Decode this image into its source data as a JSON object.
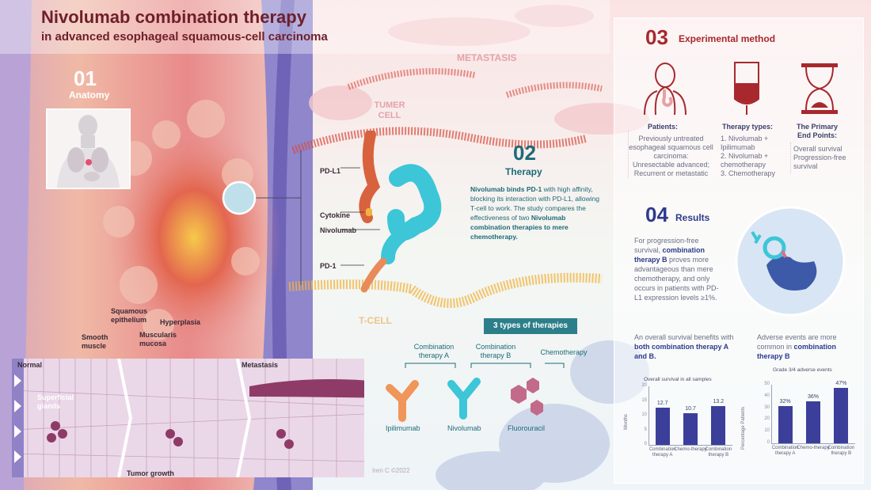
{
  "header": {
    "title": "Nivolumab combination therapy",
    "subtitle": "in advanced esophageal squamous-cell carcinoma"
  },
  "anatomy": {
    "number": "01",
    "heading": "Anatomy",
    "labels": {
      "squamous": "Squamous epithelium",
      "smooth": "Smooth muscle",
      "muscularis": "Muscularis mucosa",
      "hyperplasia": "Hyperplasia",
      "normal": "Normal",
      "metastasis_panel": "Metastasis",
      "glands": "Superficial glands",
      "growth": "Tumor growth"
    }
  },
  "scene": {
    "metastasis": "METASTASIS",
    "tumer_cell": "TUMER CELL",
    "t_cell": "T-CELL",
    "pdl1": "PD-L1",
    "cytokine": "Cytokine",
    "nivolumab": "Nivolumab",
    "pd1": "PD-1",
    "signature": "Iren C ©2022"
  },
  "therapy": {
    "number": "02",
    "heading": "Therapy",
    "text_a": "Nivolumab binds PD-1",
    "text_b": " with high affinity, blocking its interaction with PD-L1, allowing T-cell to work. The study compares the effectiveness of two ",
    "text_c": "Nivolumab combination therapies to mere chemotherapy.",
    "types_banner": "3 types of therapies",
    "groups": [
      "Combination therapy A",
      "Combination therapy B",
      "Chemotherapy"
    ],
    "drugs": [
      "Ipilimumab",
      "Nivolumab",
      "Fluorouracil"
    ]
  },
  "method": {
    "number": "03",
    "heading": "Experimental method",
    "patients_title": "Patients:",
    "patients_items": [
      "Previously untreated esophageal squamous cell carcinoma:",
      "Unresectable advanced;",
      "Recurrent or metastatic"
    ],
    "therapy_title": "Therapy types:",
    "therapy_items": [
      "1. Nivolumab + Ipilimumab",
      "2. Nivolumab + chemotherapy",
      "3. Chemotherapy"
    ],
    "endpoints_title": "The Primary End Points:",
    "endpoints_items": [
      "Overall survival",
      "Progression-free survival"
    ]
  },
  "results": {
    "number": "04",
    "heading": "Results",
    "pfs_text_a": "For progression-free survival, ",
    "pfs_text_b": "combination therapy B",
    "pfs_text_c": " proves more advantageous than mere chemotherapy, and only occurs in patients with PD-L1 expression levels ≥1%.",
    "os_text_a": "An overall survival benefits with ",
    "os_text_b": "both combination therapy A and B.",
    "ae_text_a": "Adverse events are more common in ",
    "ae_text_b": "combination therapy B"
  },
  "chart_data": [
    {
      "type": "bar",
      "title": "Overall survival in all samples",
      "ylabel": "Months",
      "categories": [
        "Combination therapy A",
        "Chemo-therapy",
        "Combination therapy B"
      ],
      "values": [
        12.7,
        10.7,
        13.2
      ],
      "value_labels": [
        "12.7",
        "10.7",
        "13.2"
      ],
      "ylim": [
        0,
        20
      ],
      "yticks": [
        "0",
        "5",
        "10",
        "15",
        "20"
      ],
      "color": "#3b3f9a"
    },
    {
      "type": "bar",
      "title": "Grade 3/4 adverse events",
      "ylabel": "Percentage Patients",
      "categories": [
        "Combination therapy A",
        "Chemo-therapy",
        "Combination therapy B"
      ],
      "values": [
        32,
        36,
        47
      ],
      "value_labels": [
        "32%",
        "36%",
        "47%"
      ],
      "ylim": [
        0,
        50
      ],
      "yticks": [
        "0",
        "10",
        "20",
        "30",
        "40",
        "50"
      ],
      "color": "#3b3f9a"
    }
  ],
  "colors": {
    "title": "#6d1f2a",
    "accent_red": "#a8282e",
    "navy": "#2e3a8c",
    "teal": "#1d6b78",
    "nivolumab": "#3cc6d8",
    "ipilimumab": "#f0965a",
    "fluorouracil": "#c26a8a"
  },
  "icons": [
    "lungs-diagram-icon",
    "stomach-body-icon",
    "iv-bag-icon",
    "hourglass-icon",
    "antibody-icon",
    "magnifier-circle-icon"
  ]
}
